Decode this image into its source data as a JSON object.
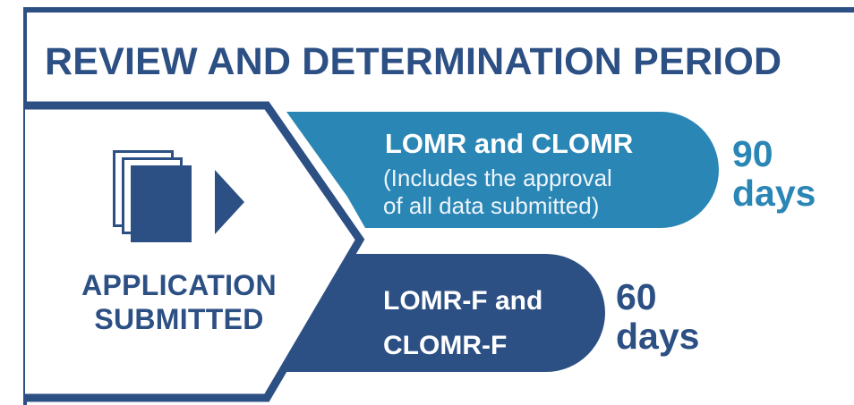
{
  "title": "REVIEW AND DETERMINATION PERIOD",
  "application": {
    "line1": "APPLICATION",
    "line2": "SUBMITTED",
    "icon": "document-stack-icon"
  },
  "periods": [
    {
      "heading": "LOMR and CLOMR",
      "note_line1": "(Includes the approval",
      "note_line2": "of all data submitted)",
      "days_value": "90",
      "days_unit": "days",
      "color": "#2a86b5"
    },
    {
      "line1": "LOMR-F and",
      "line2": "CLOMR-F",
      "days_value": "60",
      "days_unit": "days",
      "color": "#2c4f84"
    }
  ],
  "colors": {
    "navy": "#2c4f84",
    "blue": "#2a86b5",
    "background": "#ffffff"
  }
}
